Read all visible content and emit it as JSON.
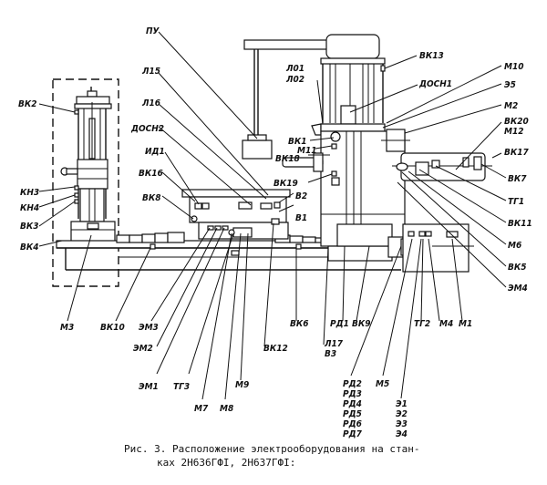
{
  "figure": {
    "caption_line1": "Рис. 3. Расположение электрооборудования на стан-",
    "caption_line2": "ках 2Н636ГФI, 2Н637ГФI:"
  },
  "labels": {
    "PU": "ПУ",
    "L15": "Л15",
    "L16": "Л16",
    "DOSN2": "ДОСН2",
    "ID1": "ИД1",
    "VK16": "ВК16",
    "VK8": "ВК8",
    "VK2": "ВК2",
    "KN3": "КН3",
    "KN4": "КН4",
    "VK3": "ВК3",
    "VK4": "ВК4",
    "L01": "Л01",
    "L02": "Л02",
    "VK13": "ВК13",
    "DOSN1": "ДОСН1",
    "M10": "М10",
    "E5": "Э5",
    "M2": "М2",
    "VK20": "ВК20",
    "M12": "М12",
    "VK17": "ВК17",
    "VK7": "ВК7",
    "TG1": "ТГ1",
    "VK11": "ВК11",
    "M6": "М6",
    "VK5": "ВК5",
    "EM4": "ЭМ4",
    "VK1": "ВК1",
    "M11": "М11",
    "VK18": "ВК18",
    "VK19": "ВК19",
    "V2": "В2",
    "V1": "В1",
    "M3": "М3",
    "VK10": "ВК10",
    "EM3": "ЭМ3",
    "EM2": "ЭМ2",
    "EM1": "ЭМ1",
    "TG3": "ТГ3",
    "M7": "М7",
    "M8": "М8",
    "M9": "М9",
    "VK12": "ВК12",
    "VK6": "ВК6",
    "L17": "Л17",
    "V3": "В3",
    "RD1": "РД1",
    "VK9": "ВК9",
    "TG2": "ТГ2",
    "M4": "М4",
    "M1": "М1",
    "M5": "М5",
    "RD2": "РД2",
    "RD3": "РД3",
    "RD4": "РД4",
    "RD5": "РД5",
    "RD6": "РД6",
    "RD7": "РД7",
    "E1": "Э1",
    "E2": "Э2",
    "E3": "Э3",
    "E4": "Э4"
  }
}
